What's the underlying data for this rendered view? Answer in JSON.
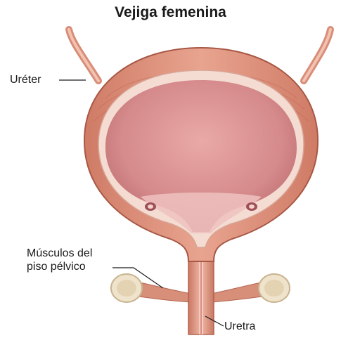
{
  "title": "Vejiga femenina",
  "labels": {
    "ureter": "Uréter",
    "musculos_line1": "Músculos del",
    "musculos_line2": "piso pélvico",
    "uretra": "Uretra"
  },
  "colors": {
    "muscle": "#e39a86",
    "muscle_dark": "#b8614d",
    "lining": "#f3d8cf",
    "lumen": "#d98f8f",
    "bone": "#efe4cf"
  }
}
